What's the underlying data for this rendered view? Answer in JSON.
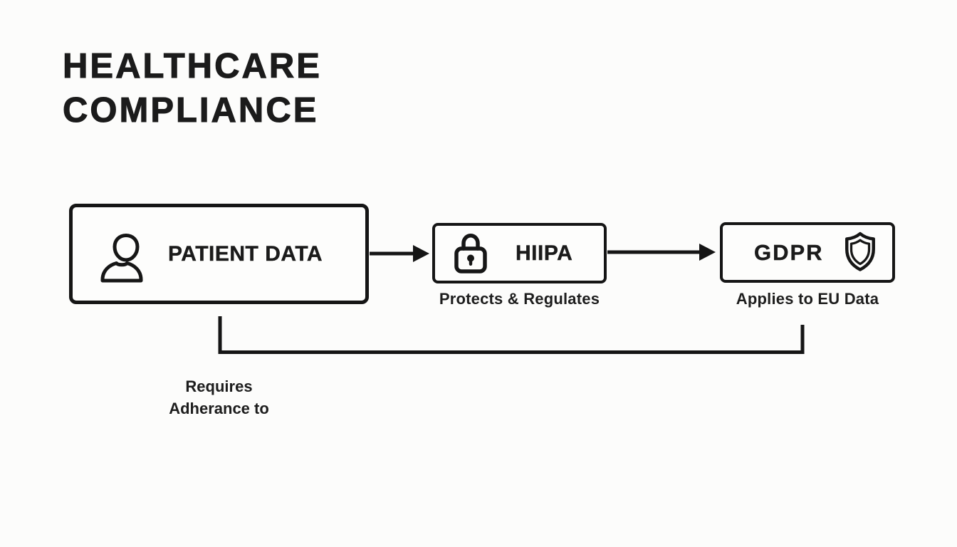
{
  "title": {
    "line1": "HEALTHCARE",
    "line2": "COMPLIANCE"
  },
  "diagram": {
    "patient": {
      "label": "PATIENT DATA",
      "icon": "person-icon"
    },
    "hipaa": {
      "label": "HIIPA",
      "icon": "lock-icon",
      "caption": "Protects & Regulates"
    },
    "gdpr": {
      "label": "GDPR",
      "icon": "shield-icon",
      "caption": "Applies to EU Data"
    },
    "connector": {
      "label_line1": "Requires",
      "label_line2": "Adherance to"
    }
  },
  "colors": {
    "ink": "#161616",
    "background": "#fcfcfb"
  }
}
